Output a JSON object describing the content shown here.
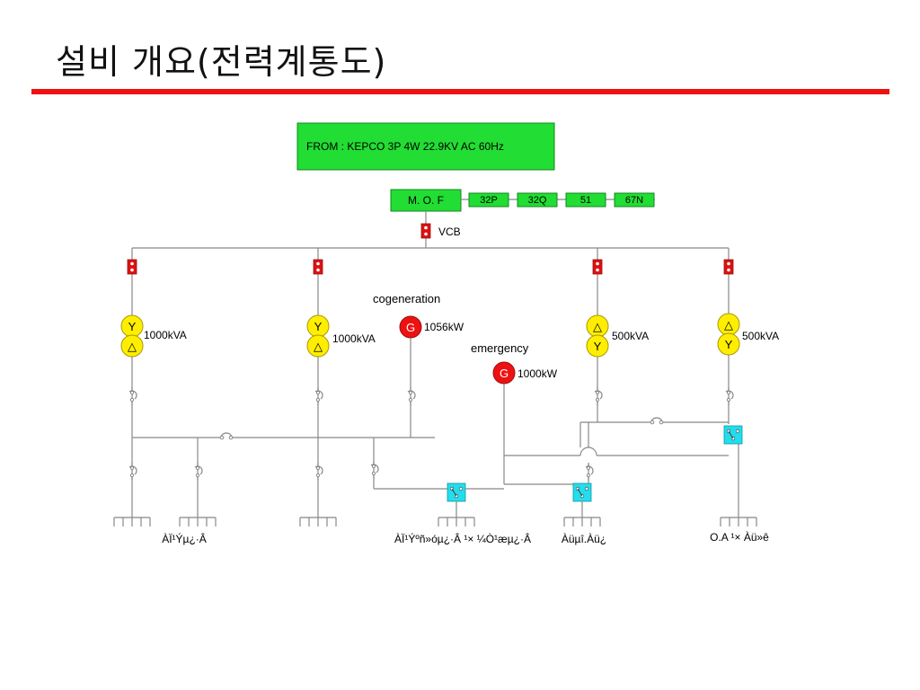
{
  "page": {
    "title": "설비 개요(전력계통도)",
    "colors": {
      "rule": "#ee1111",
      "panel_green": "#22dd33",
      "breaker_red": "#dd1111",
      "transformer_yellow": "#ffee00",
      "generator_red": "#ee1111",
      "switch_cyan": "#22ddee",
      "line": "#888888"
    }
  },
  "diagram": {
    "source": "FROM : KEPCO 3P 4W 22.9KV AC 60Hz",
    "mof": "M. O. F",
    "relays": [
      "32P",
      "32Q",
      "51",
      "67N"
    ],
    "vcb": "VCB",
    "transformers": [
      {
        "top": "Y",
        "bottom": "△",
        "rating": "1000kVA"
      },
      {
        "top": "Y",
        "bottom": "△",
        "rating": "1000kVA"
      },
      {
        "top": "△",
        "bottom": "Y",
        "rating": "500kVA"
      },
      {
        "top": "△",
        "bottom": "Y",
        "rating": "500kVA"
      }
    ],
    "cogeneration": {
      "label": "cogeneration",
      "symbol": "G",
      "rating": "1056kW"
    },
    "emergency": {
      "label": "emergency",
      "symbol": "G",
      "rating": "1000kW"
    },
    "loads": [
      "ÀÏ¹Ýµ¿·Â",
      "ÀÏ¹Ýºñ»óµ¿·Â ¹× ¼Ò¹æµ¿·Â",
      "Àüµî.Àü¿­",
      "O.A ¹× Àü»ê"
    ]
  }
}
